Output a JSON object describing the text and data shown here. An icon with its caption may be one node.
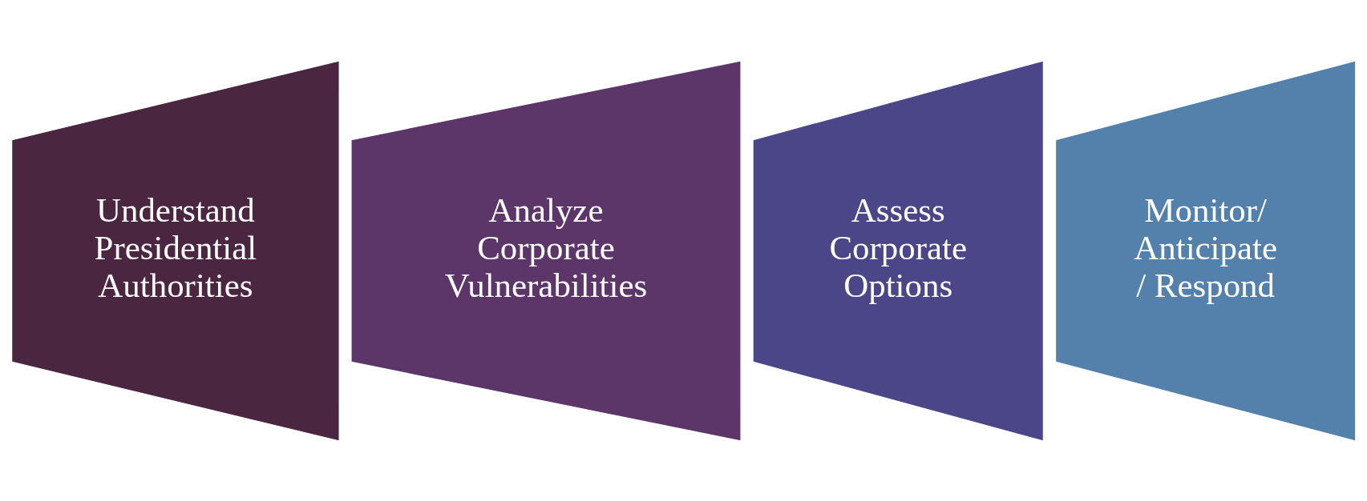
{
  "diagram": {
    "nodes": [
      {
        "text": [
          "Understand Presidential Authorities"
        ]
      },
      {
        "text": [
          "Analyze Corporate Vulnerabilities"
        ]
      },
      {
        "text": [
          "Assess Corporate Options"
        ]
      },
      {
        "text": [
          "Monitor/ Anticipate / Respond"
        ]
      }
    ],
    "edges": []
  }
}
